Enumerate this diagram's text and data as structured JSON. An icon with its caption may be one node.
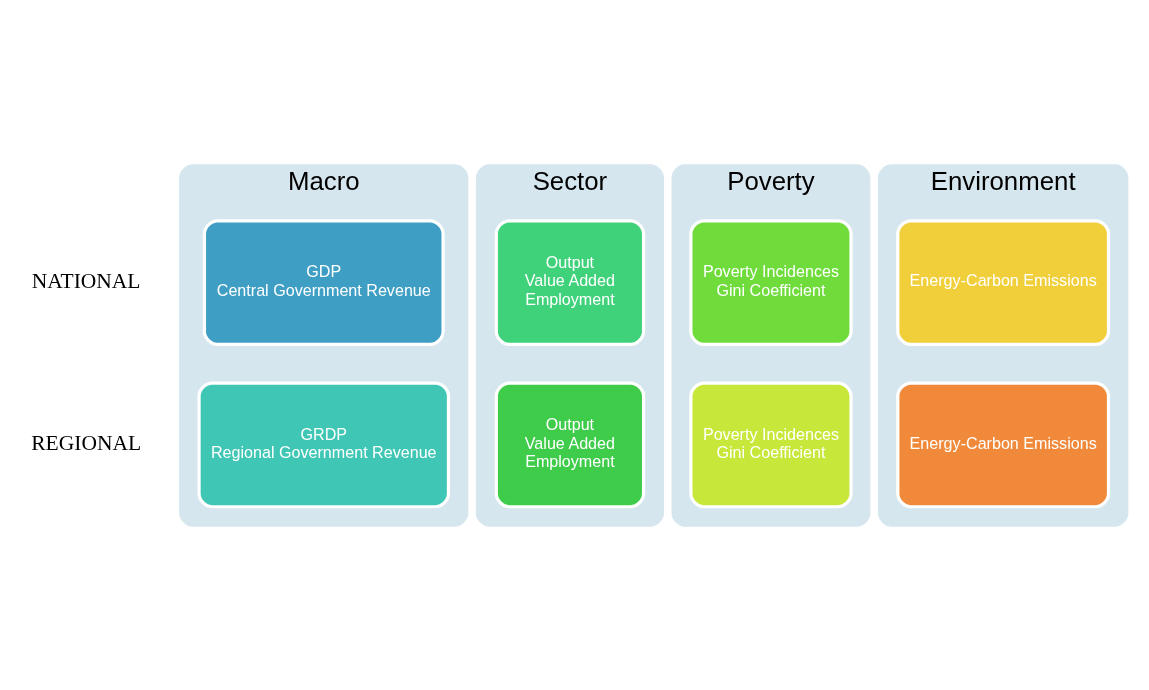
{
  "diagram": {
    "nodes": [
      {
        "text": [
          "Macro"
        ]
      },
      {
        "text": [
          "GDP",
          "Central Government Revenue"
        ],
        "in": 0
      },
      {
        "text": [
          "GRDP",
          "Regional Government Revenue"
        ],
        "in": 0
      },
      {
        "text": [
          "Sector"
        ]
      },
      {
        "text": [
          "Output",
          "Value Added",
          "Employment"
        ],
        "in": 3
      },
      {
        "text": [
          "Output",
          "Value Added",
          "Employment"
        ],
        "in": 3
      },
      {
        "text": [
          "Poverty"
        ]
      },
      {
        "text": [
          "Poverty Incidences",
          "Gini Coefficient"
        ],
        "in": 6
      },
      {
        "text": [
          "Poverty Incidences",
          "Gini Coefficient"
        ],
        "in": 6
      },
      {
        "text": [
          "Environment"
        ]
      },
      {
        "text": [
          "Energy-Carbon Emissions"
        ],
        "in": 9
      },
      {
        "text": [
          "Energy-Carbon Emissions"
        ],
        "in": 9
      }
    ],
    "labels": [
      "NATIONAL",
      "REGIONAL"
    ]
  }
}
